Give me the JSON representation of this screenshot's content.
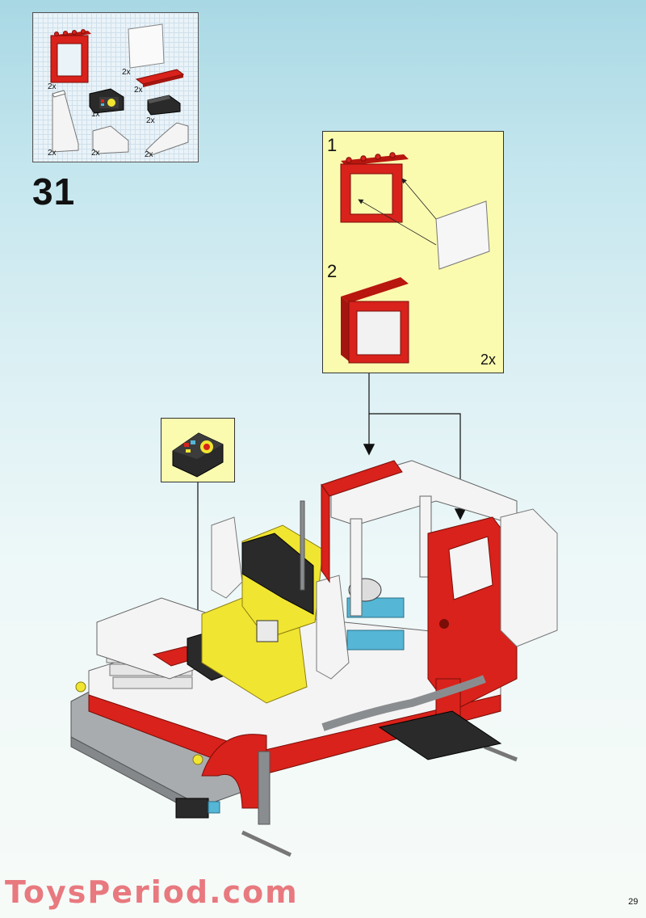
{
  "step": {
    "number": "31"
  },
  "parts_list": {
    "items": [
      {
        "name": "red-window-frame",
        "qty": "2x"
      },
      {
        "name": "clear-window-pane",
        "qty": "2x"
      },
      {
        "name": "red-plate-1x4",
        "qty": "2x"
      },
      {
        "name": "printed-dashboard-slope",
        "qty": "1x"
      },
      {
        "name": "black-slope-2x2",
        "qty": "2x"
      },
      {
        "name": "white-tall-slope",
        "qty": "2x"
      },
      {
        "name": "white-slope-2x2",
        "qty": "2x"
      },
      {
        "name": "white-curved-slope",
        "qty": "2x"
      }
    ]
  },
  "sub_assembly": {
    "steps": [
      {
        "label": "1"
      },
      {
        "label": "2"
      }
    ],
    "multiplier": "2x"
  },
  "page": {
    "number": "29"
  },
  "watermark": {
    "text": "ToysPeriod.com"
  },
  "colors": {
    "lego_red": "#d8221b",
    "lego_white": "#f4f4f4",
    "lego_yellow": "#f0e531",
    "lego_black": "#2a2a2a",
    "lego_grey": "#a9acaf",
    "lego_blue": "#55b6d6",
    "callout_bg": "#fbfbb0"
  }
}
